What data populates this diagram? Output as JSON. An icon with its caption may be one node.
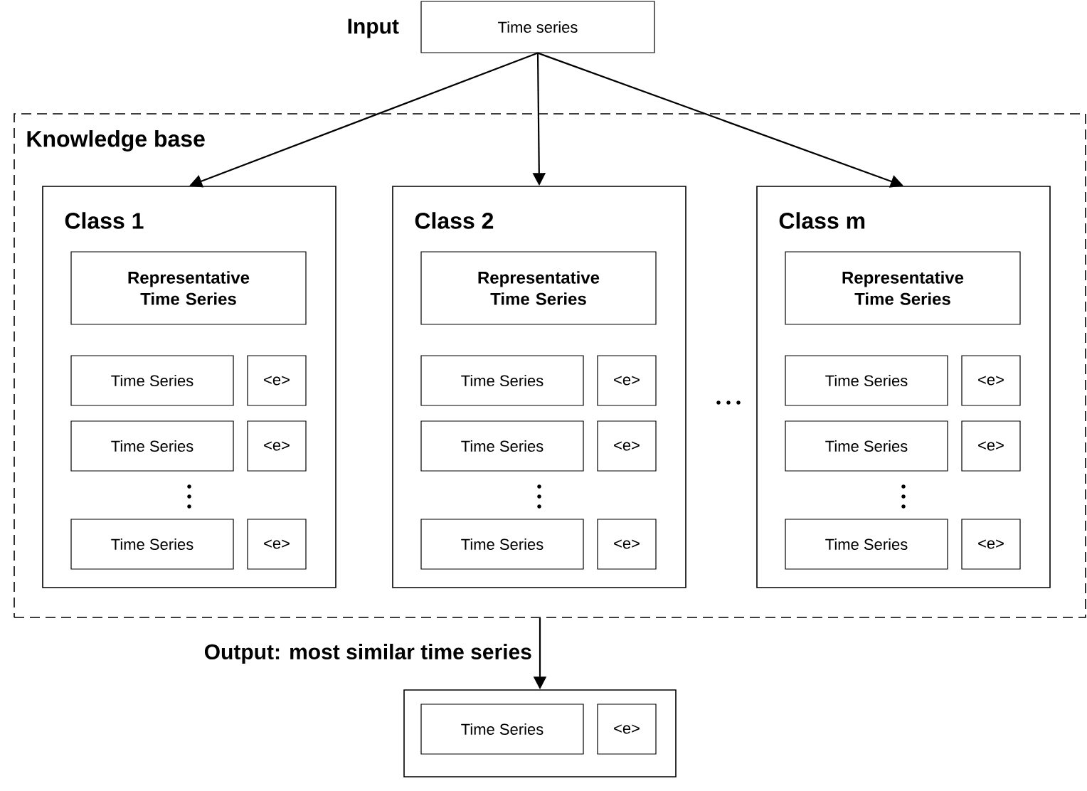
{
  "diagram": {
    "nodes": [
      {
        "text": [
          "Time series"
        ],
        "beside": [
          "Input"
        ]
      },
      {
        "text": [
          "Knowledge base"
        ]
      },
      {
        "text": [
          "Class 1"
        ],
        "in": 1
      },
      {
        "text": [
          "Representative Time Series"
        ],
        "in": 2
      },
      {
        "text": [
          "Time Series"
        ],
        "in": 2
      },
      {
        "text": [
          "<e>"
        ],
        "in": 2
      },
      {
        "text": [
          "Time Series"
        ],
        "in": 2
      },
      {
        "text": [
          "<e>"
        ],
        "in": 2
      },
      {
        "text": [
          "Time Series"
        ],
        "in": 2
      },
      {
        "text": [
          "<e>"
        ],
        "in": 2
      },
      {
        "text": [
          "Class 2"
        ],
        "in": 1
      },
      {
        "text": [
          "Representative Time Series"
        ],
        "in": 10
      },
      {
        "text": [
          "Time Series"
        ],
        "in": 10
      },
      {
        "text": [
          "<e>"
        ],
        "in": 10
      },
      {
        "text": [
          "Time Series"
        ],
        "in": 10
      },
      {
        "text": [
          "<e>"
        ],
        "in": 10
      },
      {
        "text": [
          "Time Series"
        ],
        "in": 10
      },
      {
        "text": [
          "<e>"
        ],
        "in": 10
      },
      {
        "text": [
          "Class m"
        ],
        "in": 1
      },
      {
        "text": [
          "Representative Time Series"
        ],
        "in": 18
      },
      {
        "text": [
          "Time Series"
        ],
        "in": 18
      },
      {
        "text": [
          "<e>"
        ],
        "in": 18
      },
      {
        "text": [
          "Time Series"
        ],
        "in": 18
      },
      {
        "text": [
          "<e>"
        ],
        "in": 18
      },
      {
        "text": [
          "Time Series"
        ],
        "in": 18
      },
      {
        "text": [
          "<e>"
        ],
        "in": 18
      },
      {
        "text": [],
        "shape": "box"
      },
      {
        "text": [
          "Time Series"
        ],
        "in": 26
      },
      {
        "text": [
          "<e>"
        ],
        "in": 26
      }
    ],
    "edges": [
      {
        "from": 0,
        "to": 2,
        "arrow": "to"
      },
      {
        "from": 0,
        "to": 10,
        "arrow": "to"
      },
      {
        "from": 0,
        "to": 18,
        "arrow": "to"
      },
      {
        "from": 1,
        "to": 26,
        "arrow": "to",
        "label": "Output: most similar time series"
      }
    ]
  }
}
